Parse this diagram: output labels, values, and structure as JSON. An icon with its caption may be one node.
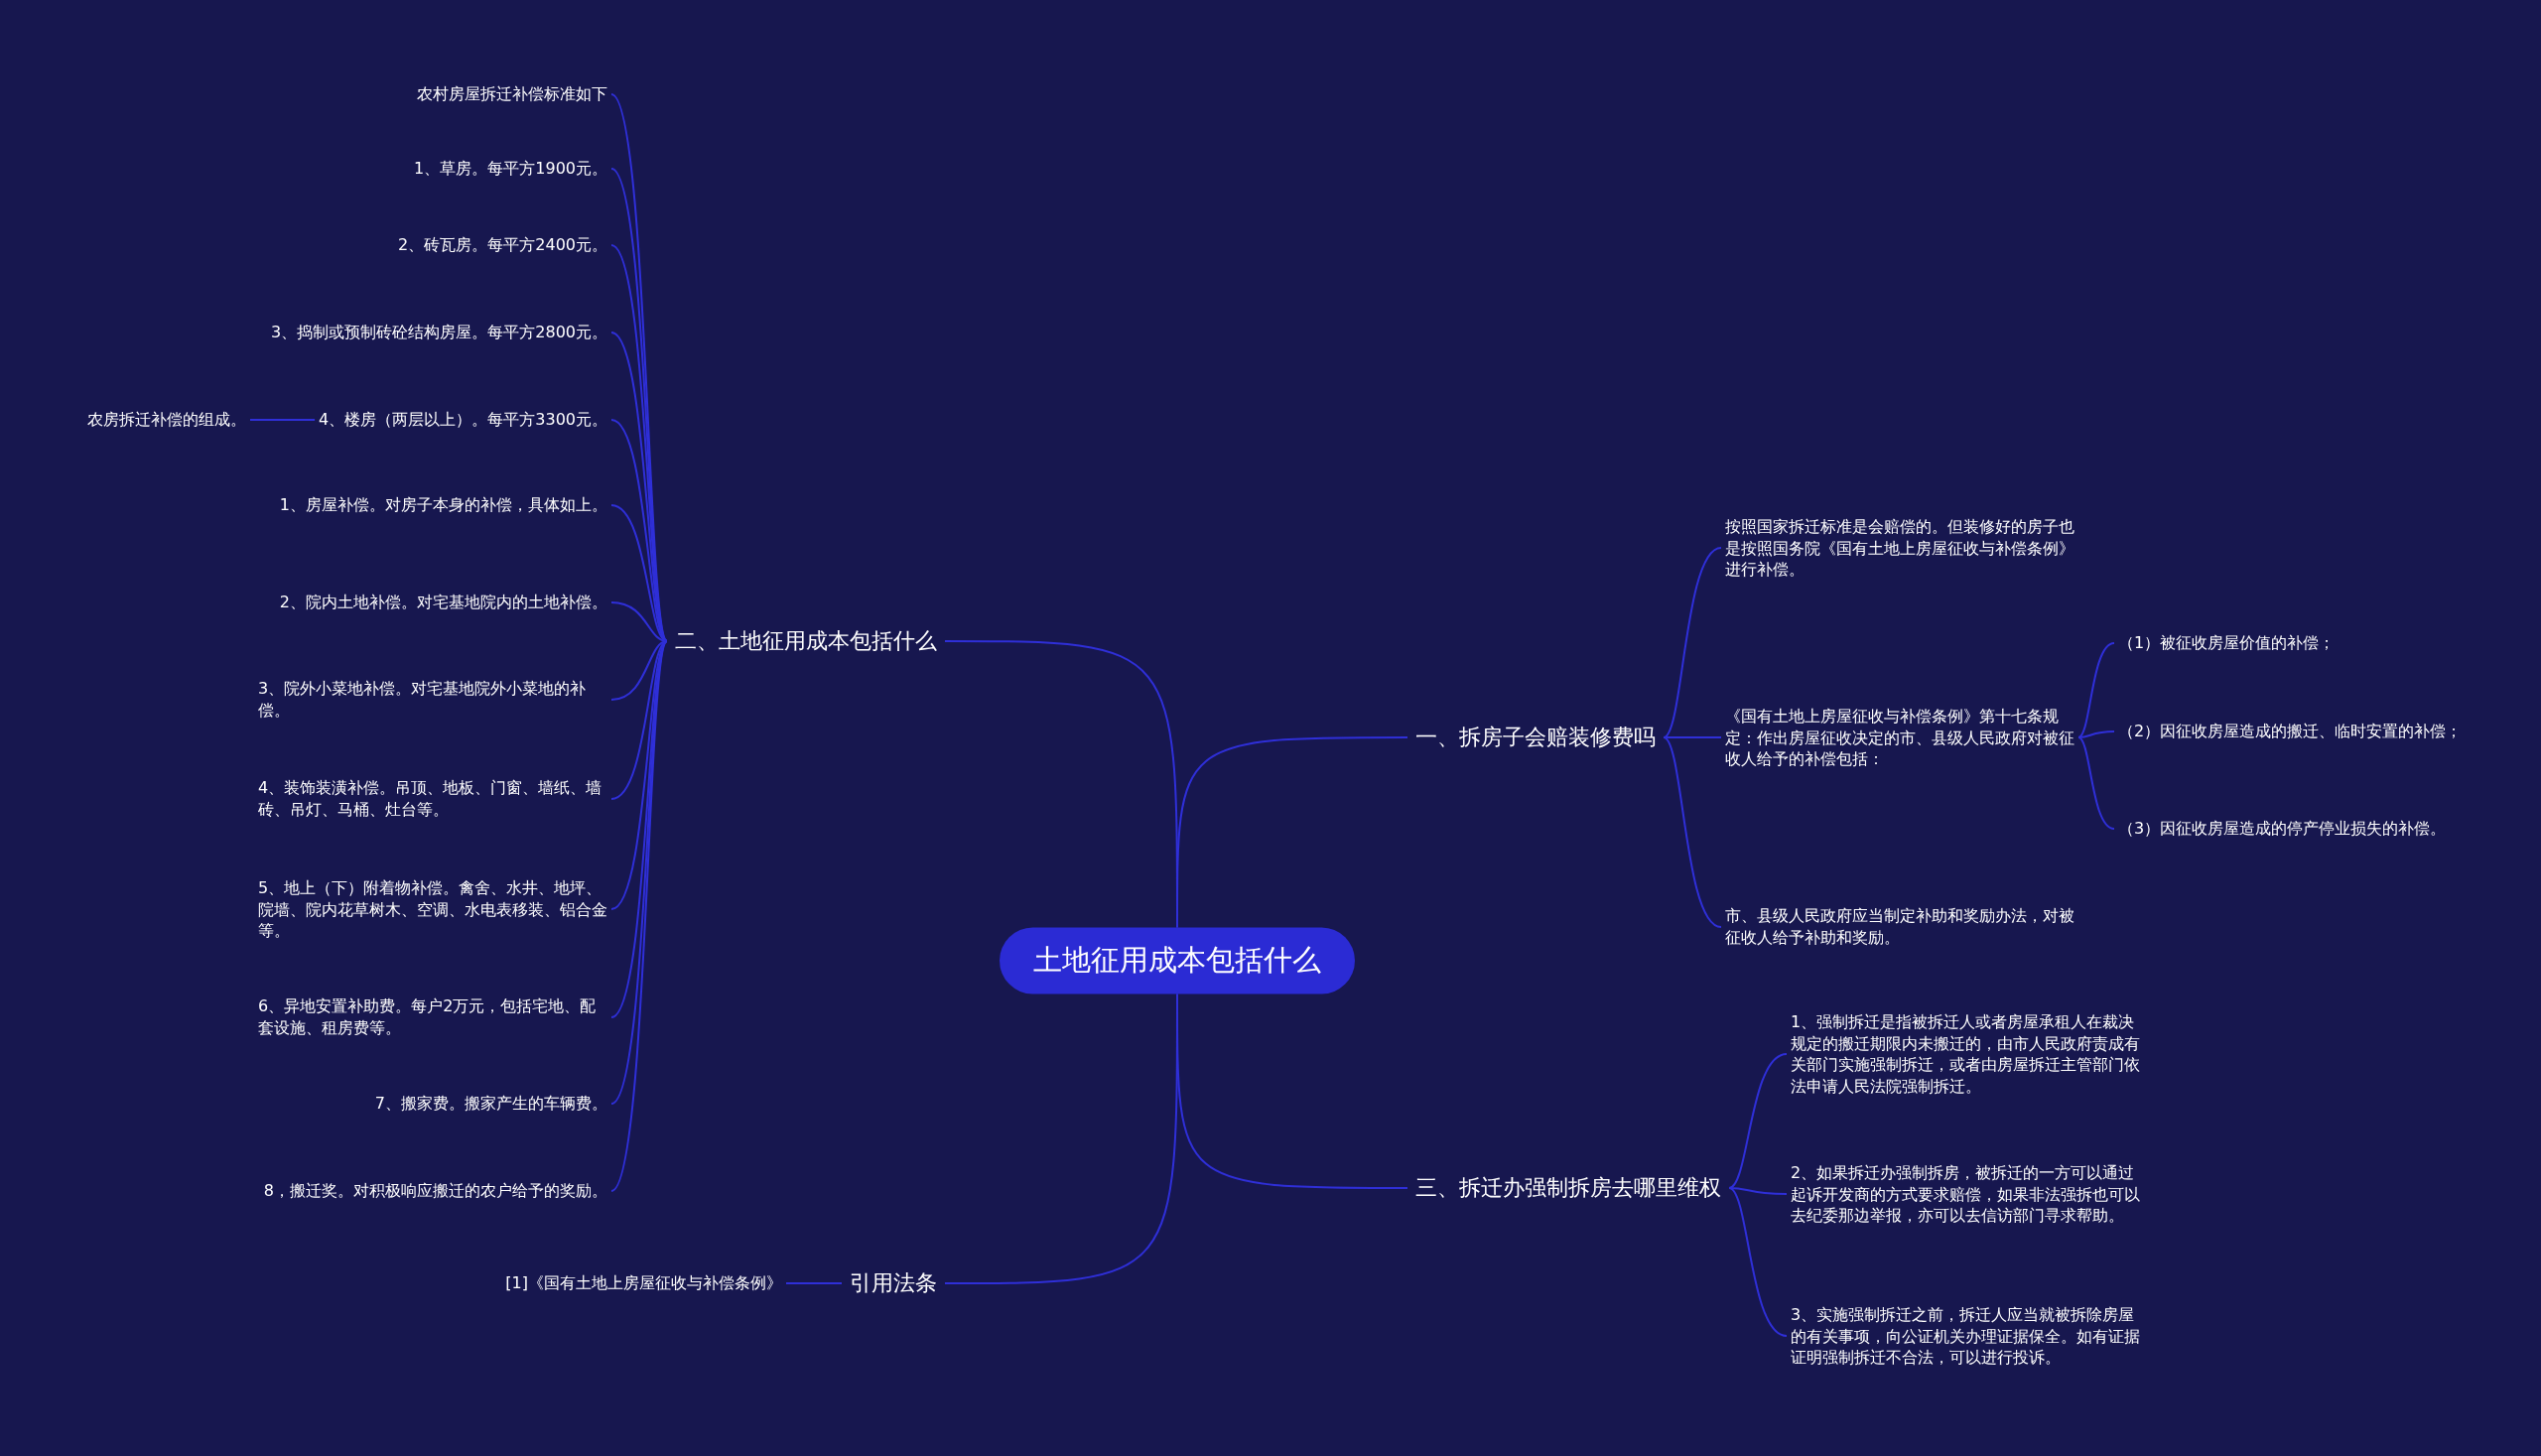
{
  "diagram": {
    "nodes": [
      {
        "text": [
          "土地征用成本包括什么"
        ]
      },
      {
        "text": [
          "二、土地征用成本包括什么"
        ]
      },
      {
        "text": [
          "农村房屋拆迁补偿标准如下"
        ]
      },
      {
        "text": [
          "1、草房。每平方1900元。"
        ]
      },
      {
        "text": [
          "2、砖瓦房。每平方2400元。"
        ]
      },
      {
        "text": [
          "3、捣制或预制砖砼结构房屋。每平方2800元。"
        ]
      },
      {
        "text": [
          "4、楼房（两层以上）。每平方3300元。"
        ]
      },
      {
        "text": [
          "农房拆迁补偿的组成。"
        ]
      },
      {
        "text": [
          "1、房屋补偿。对房子本身的补偿，具体如上。"
        ]
      },
      {
        "text": [
          "2、院内土地补偿。对宅基地院内的土地补偿。"
        ]
      },
      {
        "text": [
          "3、院外小菜地补偿。对宅基地院外小菜地的补偿。"
        ]
      },
      {
        "text": [
          "4、装饰装潢补偿。吊顶、地板、门窗、墙纸、墙砖、吊灯、马桶、灶台等。"
        ]
      },
      {
        "text": [
          "5、地上（下）附着物补偿。禽舍、水井、地坪、院墙、院内花草树木、空调、水电表移装、铝合金等。"
        ]
      },
      {
        "text": [
          "6、异地安置补助费。每户2万元，包括宅地、配套设施、租房费等。"
        ]
      },
      {
        "text": [
          "7、搬家费。搬家产生的车辆费。"
        ]
      },
      {
        "text": [
          "8，搬迁奖。对积极响应搬迁的农户给予的奖励。"
        ]
      },
      {
        "text": [
          "引用法条"
        ]
      },
      {
        "text": [
          "[1]《国有土地上房屋征收与补偿条例》"
        ]
      },
      {
        "text": [
          "一、拆房子会赔装修费吗"
        ]
      },
      {
        "text": [
          "按照国家拆迁标准是会赔偿的。但装修好的房子也是按照国务院《国有土地上房屋征收与补偿条例》进行补偿。"
        ]
      },
      {
        "text": [
          "《国有土地上房屋征收与补偿条例》第十七条规定：作出房屋征收决定的市、县级人民政府对被征收人给予的补偿包括："
        ]
      },
      {
        "text": [
          "（1）被征收房屋价值的补偿；"
        ]
      },
      {
        "text": [
          "（2）因征收房屋造成的搬迁、临时安置的补偿；"
        ]
      },
      {
        "text": [
          "（3）因征收房屋造成的停产停业损失的补偿。"
        ]
      },
      {
        "text": [
          "市、县级人民政府应当制定补助和奖励办法，对被征收人给予补助和奖励。"
        ]
      },
      {
        "text": [
          "三、拆迁办强制拆房去哪里维权"
        ]
      },
      {
        "text": [
          "1、强制拆迁是指被拆迁人或者房屋承租人在裁决规定的搬迁期限内未搬迁的，由市人民政府责成有关部门实施强制拆迁，或者由房屋拆迁主管部门依法申请人民法院强制拆迁。"
        ]
      },
      {
        "text": [
          "2、如果拆迁办强制拆房，被拆迁的一方可以通过起诉开发商的方式要求赔偿，如果非法强拆也可以去纪委那边举报，亦可以去信访部门寻求帮助。"
        ]
      },
      {
        "text": [
          "3、实施强制拆迁之前，拆迁人应当就被拆除房屋的有关事项，向公证机关办理证据保全。如有证据证明强制拆迁不合法，可以进行投诉。"
        ]
      }
    ],
    "edges": [
      {
        "from": 0,
        "to": 1,
        "arrow": "none"
      },
      {
        "from": 1,
        "to": 2,
        "arrow": "none"
      },
      {
        "from": 1,
        "to": 3,
        "arrow": "none"
      },
      {
        "from": 1,
        "to": 4,
        "arrow": "none"
      },
      {
        "from": 1,
        "to": 5,
        "arrow": "none"
      },
      {
        "from": 1,
        "to": 6,
        "arrow": "none"
      },
      {
        "from": 6,
        "to": 7,
        "arrow": "none"
      },
      {
        "from": 1,
        "to": 8,
        "arrow": "none"
      },
      {
        "from": 1,
        "to": 9,
        "arrow": "none"
      },
      {
        "from": 1,
        "to": 10,
        "arrow": "none"
      },
      {
        "from": 1,
        "to": 11,
        "arrow": "none"
      },
      {
        "from": 1,
        "to": 12,
        "arrow": "none"
      },
      {
        "from": 1,
        "to": 13,
        "arrow": "none"
      },
      {
        "from": 1,
        "to": 14,
        "arrow": "none"
      },
      {
        "from": 1,
        "to": 15,
        "arrow": "none"
      },
      {
        "from": 0,
        "to": 16,
        "arrow": "none"
      },
      {
        "from": 16,
        "to": 17,
        "arrow": "none"
      },
      {
        "from": 0,
        "to": 18,
        "arrow": "none"
      },
      {
        "from": 18,
        "to": 19,
        "arrow": "none"
      },
      {
        "from": 18,
        "to": 20,
        "arrow": "none"
      },
      {
        "from": 20,
        "to": 21,
        "arrow": "none"
      },
      {
        "from": 20,
        "to": 22,
        "arrow": "none"
      },
      {
        "from": 20,
        "to": 23,
        "arrow": "none"
      },
      {
        "from": 18,
        "to": 24,
        "arrow": "none"
      },
      {
        "from": 0,
        "to": 25,
        "arrow": "none"
      },
      {
        "from": 25,
        "to": 26,
        "arrow": "none"
      },
      {
        "from": 25,
        "to": 27,
        "arrow": "none"
      },
      {
        "from": 25,
        "to": 28,
        "arrow": "none"
      }
    ]
  }
}
